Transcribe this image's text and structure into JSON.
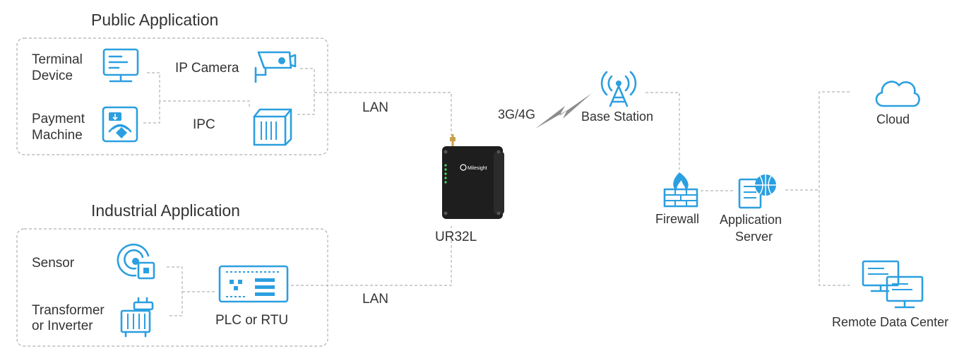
{
  "colors": {
    "icon": "#2b9fe0",
    "icon_light": "#cfe9f8",
    "connector": "#b5b5b5",
    "text": "#333333",
    "router_body": "#1e1e1e"
  },
  "sections": {
    "public": {
      "title": "Public Application"
    },
    "industrial": {
      "title": "Industrial Application"
    }
  },
  "devices": {
    "terminal": {
      "line1": "Terminal",
      "line2": "Device",
      "icon": "monitor-icon"
    },
    "payment": {
      "line1": "Payment",
      "line2": "Machine",
      "icon": "payment-terminal-icon"
    },
    "ip_camera": {
      "label": "IP Camera",
      "icon": "cctv-camera-icon"
    },
    "ipc": {
      "label": "IPC",
      "icon": "industrial-pc-icon"
    },
    "sensor": {
      "label": "Sensor",
      "icon": "sensor-icon"
    },
    "transformer": {
      "line1": "Transformer",
      "line2": "or Inverter",
      "icon": "transformer-icon"
    },
    "plc": {
      "label": "PLC or RTU",
      "icon": "plc-board-icon"
    },
    "router": {
      "label": "UR32L",
      "brand": "Milesight",
      "icon": "router-device-icon"
    },
    "base_station": {
      "label": "Base Station",
      "icon": "antenna-tower-icon"
    },
    "firewall": {
      "label": "Firewall",
      "icon": "firewall-icon"
    },
    "app_server": {
      "line1": "Application",
      "line2": "Server",
      "icon": "web-server-icon"
    },
    "cloud": {
      "label": "Cloud",
      "icon": "cloud-icon"
    },
    "remote_dc": {
      "label": "Remote Data Center",
      "icon": "computers-icon"
    }
  },
  "links": {
    "lan_top": "LAN",
    "lan_bottom": "LAN",
    "cellular": "3G/4G"
  }
}
